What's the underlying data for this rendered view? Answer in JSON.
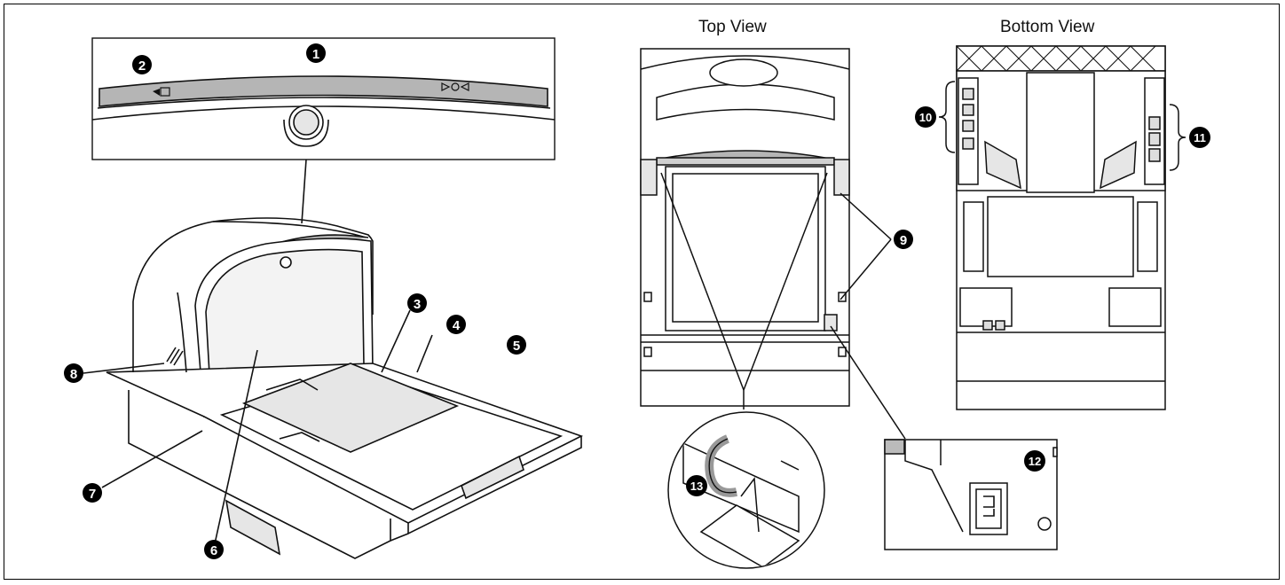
{
  "views": {
    "top_title": "Top View",
    "bottom_title": "Bottom View"
  },
  "callouts": [
    {
      "id": "1",
      "label": "1"
    },
    {
      "id": "2",
      "label": "2"
    },
    {
      "id": "3",
      "label": "3"
    },
    {
      "id": "4",
      "label": "4"
    },
    {
      "id": "5",
      "label": "5"
    },
    {
      "id": "6",
      "label": "6"
    },
    {
      "id": "7",
      "label": "7"
    },
    {
      "id": "8",
      "label": "8"
    },
    {
      "id": "9",
      "label": "9"
    },
    {
      "id": "10",
      "label": "10"
    },
    {
      "id": "11",
      "label": "11"
    },
    {
      "id": "12",
      "label": "12"
    },
    {
      "id": "13",
      "label": "13"
    }
  ],
  "colors": {
    "line": "#111111",
    "accent_gray": "#a9a9a9",
    "light_gray": "#e6e6e6",
    "callout_fill": "#000000",
    "callout_text": "#ffffff"
  }
}
